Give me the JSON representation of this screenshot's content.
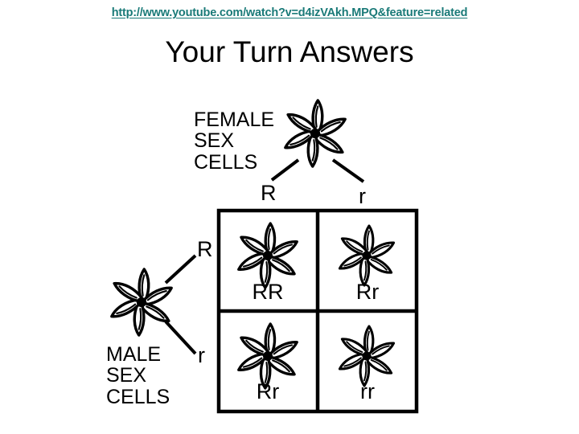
{
  "header": {
    "url": "http://www.youtube.com/watch?v=d4izVAkh.MPQ&feature=related"
  },
  "slide": {
    "title": "Your Turn Answers"
  },
  "diagram": {
    "type": "punnett-square",
    "colors": {
      "link": "#1a7a78",
      "ink": "#000000",
      "background": "#ffffff"
    },
    "female_parent": {
      "label": "FEMALE\nSEX\nCELLS",
      "icon": "flower-icon",
      "gametes": [
        "R",
        "r"
      ]
    },
    "male_parent": {
      "label": "MALE\nSEX\nCELLS",
      "icon": "flower-icon",
      "gametes": [
        "R",
        "r"
      ]
    },
    "column_headers": [
      "R",
      "r"
    ],
    "row_headers": [
      "R",
      "r"
    ],
    "cells": [
      {
        "genotype": "RR",
        "icon": "flower-icon"
      },
      {
        "genotype": "Rr",
        "icon": "flower-icon"
      },
      {
        "genotype": "Rr",
        "icon": "flower-icon"
      },
      {
        "genotype": "rr",
        "icon": "flower-icon"
      }
    ]
  }
}
